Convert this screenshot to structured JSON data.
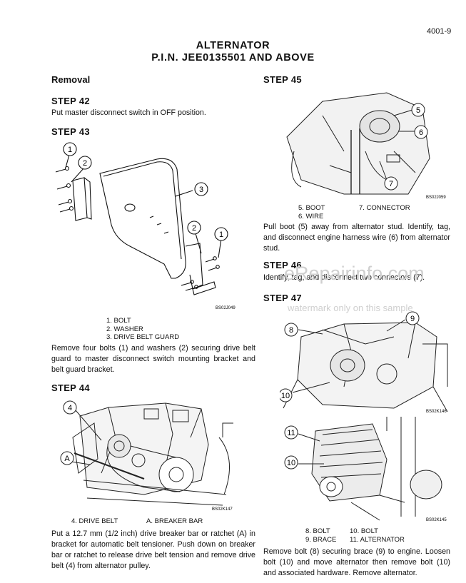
{
  "page_number": "4001-9",
  "title_line1": "ALTERNATOR",
  "title_line2": "P.I.N. JEE0135501 AND ABOVE",
  "section": "Removal",
  "step42": {
    "heading": "STEP 42",
    "text": "Put master disconnect switch in OFF position."
  },
  "step43": {
    "heading": "STEP 43",
    "fig_code": "BS02J049",
    "callouts": [
      "1",
      "2",
      "3",
      "2",
      "1"
    ],
    "legend": [
      "1.  BOLT",
      "2.  WASHER",
      "3.  DRIVE BELT GUARD"
    ],
    "text": "Remove four bolts (1) and washers (2) securing drive belt guard to master disconnect switch mounting bracket and belt guard bracket."
  },
  "step44": {
    "heading": "STEP 44",
    "fig_code": "BS02K147",
    "callouts": [
      "4",
      "A"
    ],
    "legend_a": "4.  DRIVE BELT",
    "legend_b": "A.  BREAKER BAR",
    "text": "Put a 12.7 mm (1/2 inch) drive breaker bar or ratchet (A) in bracket for automatic belt tensioner. Push down on breaker bar or ratchet to release drive belt tension and remove drive belt (4) from alternator pulley."
  },
  "step45": {
    "heading": "STEP 45",
    "fig_code": "BS02J059",
    "callouts": [
      "5",
      "6",
      "7"
    ],
    "legend_a1": "5.  BOOT",
    "legend_a2": "6.  WIRE",
    "legend_b1": "7.  CONNECTOR",
    "text": "Pull boot (5) away from alternator stud. Identify, tag, and disconnect engine harness wire (6) from alternator stud."
  },
  "step46": {
    "heading": "STEP 46",
    "text": "Identify, tag, and disconnect two connectors (7)."
  },
  "step47": {
    "heading": "STEP 47",
    "fig1_code": "BS02K146",
    "fig1_callouts": [
      "8",
      "9",
      "10"
    ],
    "fig2_code": "BS02K145",
    "fig2_callouts": [
      "11",
      "10"
    ],
    "legend_a1": "8.  BOLT",
    "legend_a2": "9.  BRACE",
    "legend_b1": "10.  BOLT",
    "legend_b2": "11.  ALTERNATOR",
    "text": "Remove bolt (8) securing brace (9) to engine. Loosen bolt (10) and move alternator then remove bolt (10) and associated hardware. Remove alternator."
  },
  "watermark": {
    "main": "eRepairinfo.com",
    "sub": "watermark only on this sample"
  }
}
